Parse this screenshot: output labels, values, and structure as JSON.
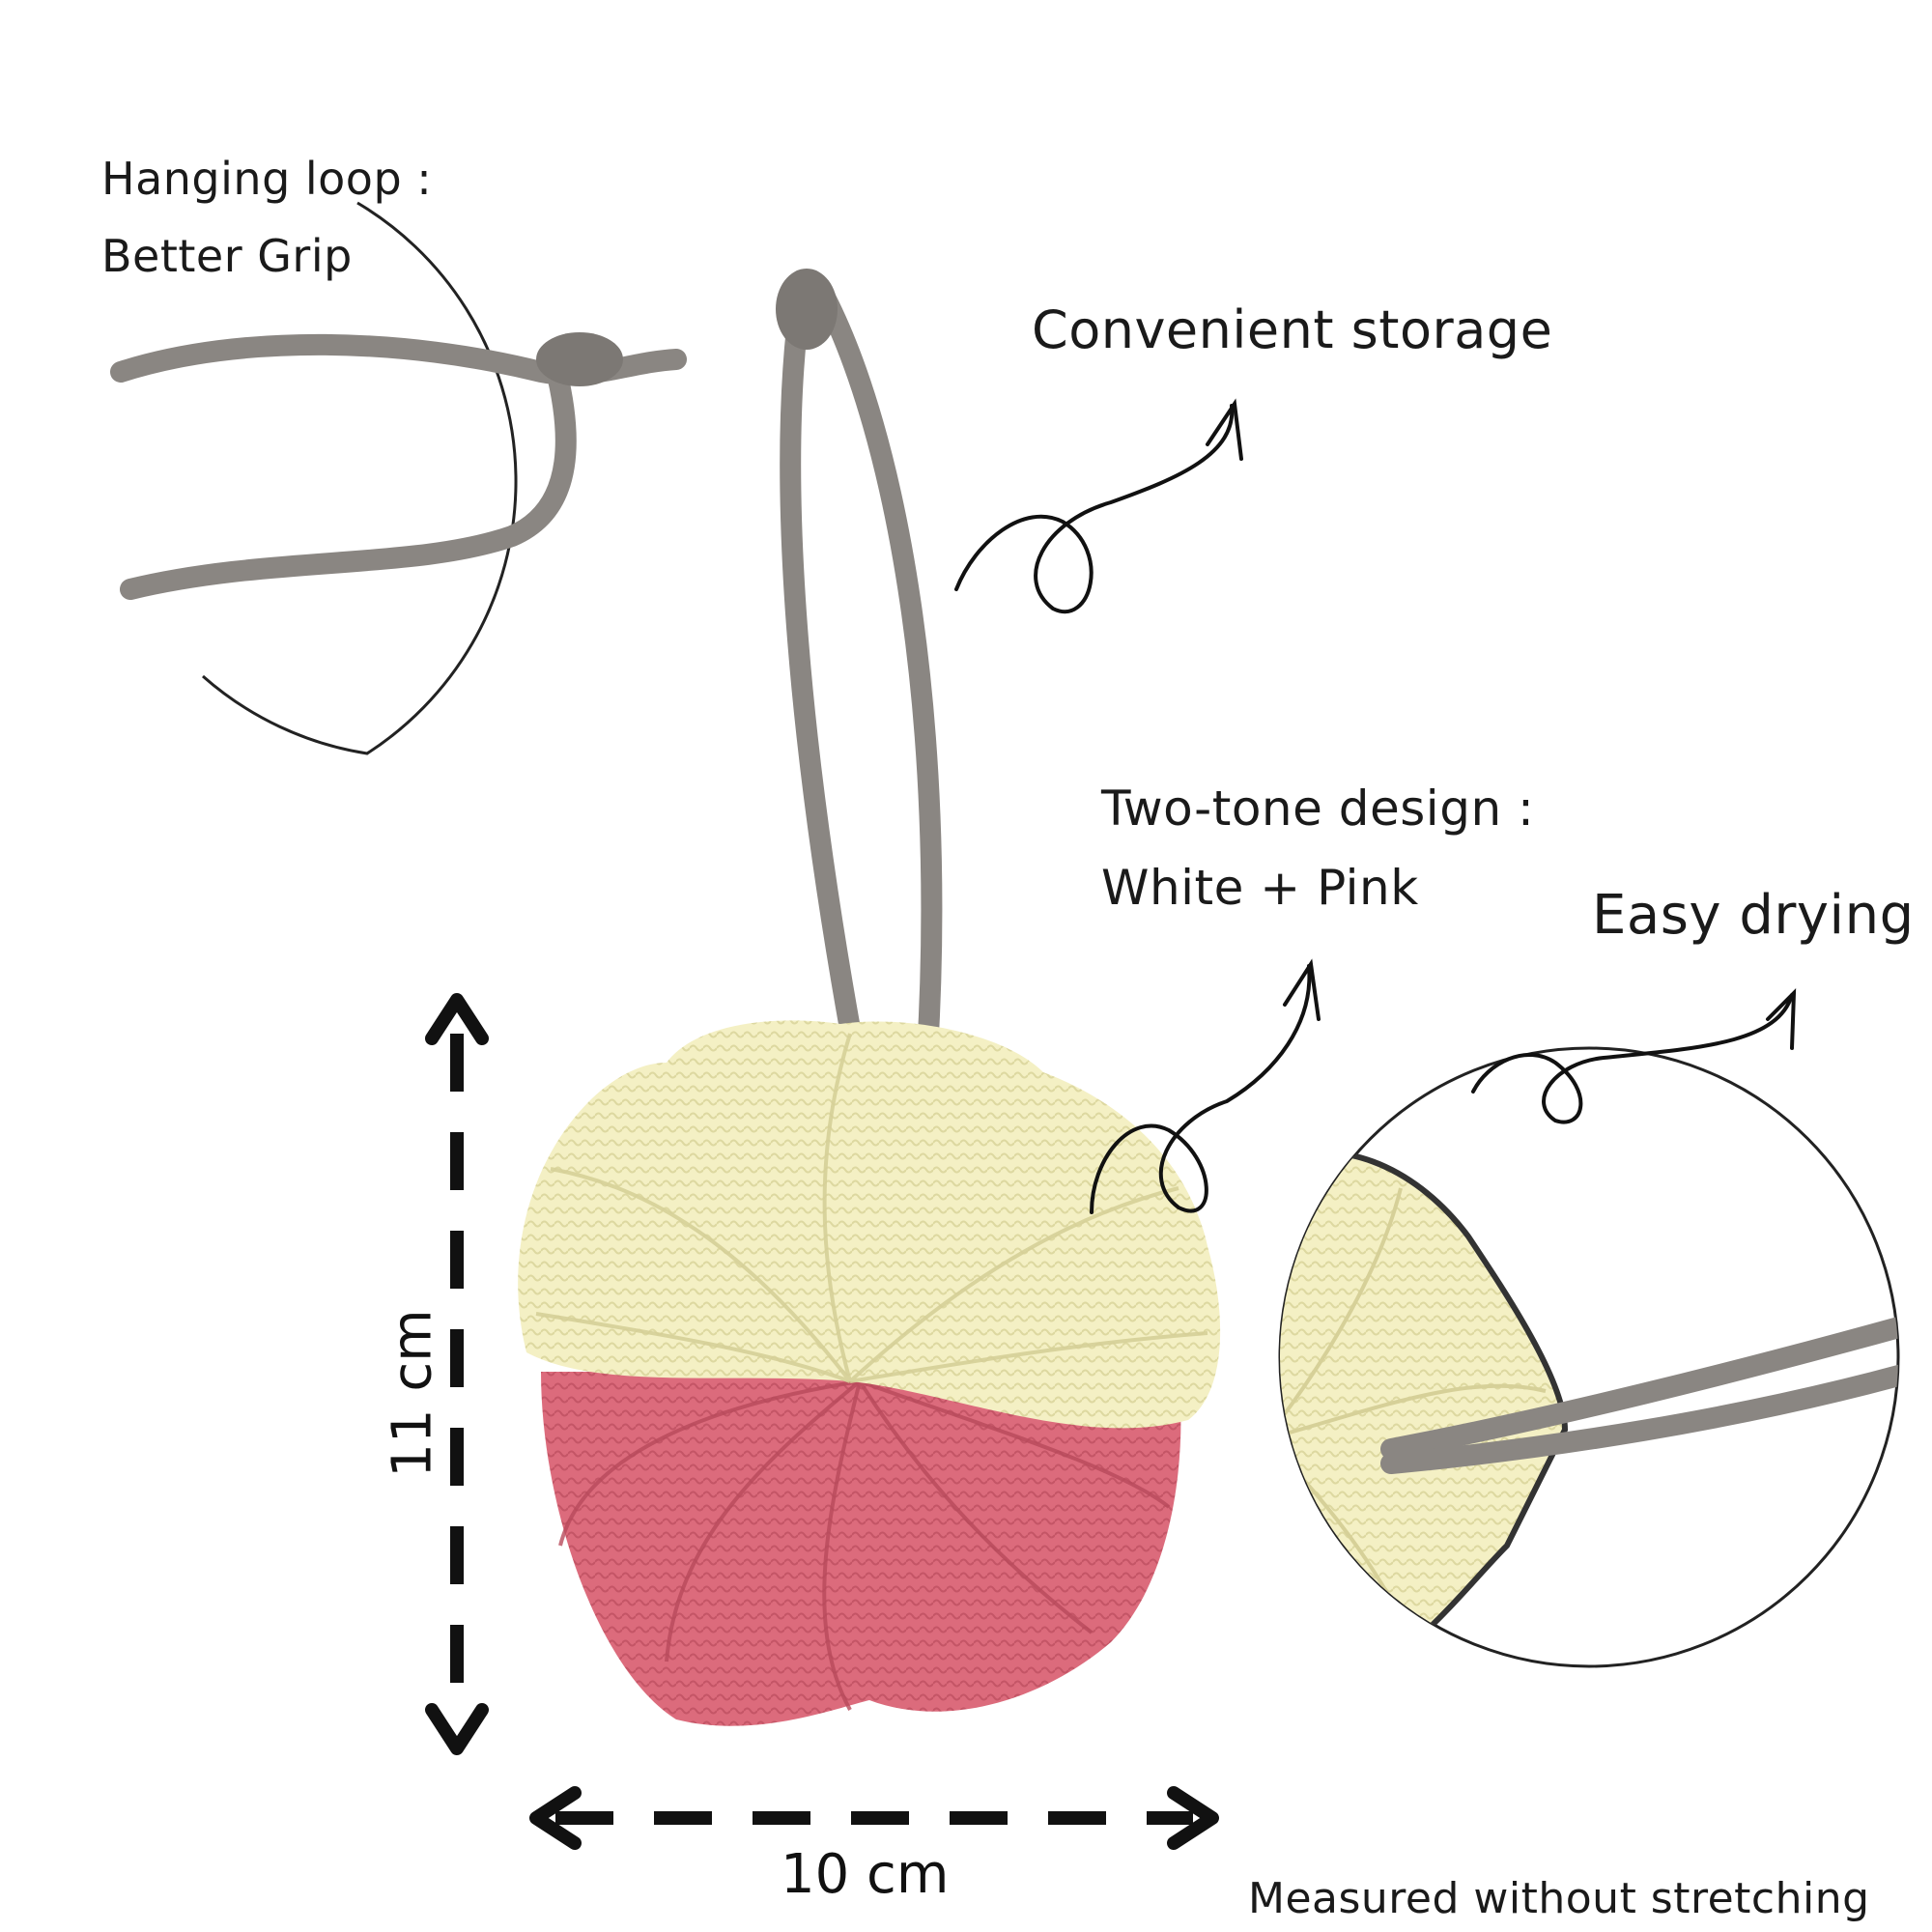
{
  "callouts": {
    "hanging_title": "Hanging loop :",
    "hanging_sub": "Better Grip",
    "storage": "Convenient storage",
    "twotone_title": "Two-tone design :",
    "twotone_sub": "White + Pink",
    "drying": "Easy drying",
    "measure_note": "Measured without stretching"
  },
  "dimensions": {
    "height": "11 cm",
    "width": "10 cm"
  },
  "colors": {
    "cream": "#f4f0c4",
    "pink": "#dc6b7c",
    "cord": "#8a8682",
    "ink": "#111111"
  }
}
